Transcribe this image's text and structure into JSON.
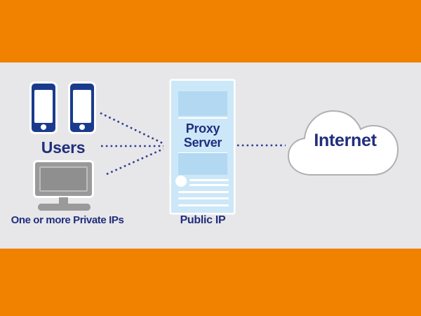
{
  "diagram": {
    "title_visible": false,
    "nodes": {
      "users": {
        "label": "Users",
        "caption": "One or more Private IPs",
        "icons": [
          "smartphone-icon",
          "smartphone-icon",
          "desktop-monitor-icon"
        ]
      },
      "proxy": {
        "label": "Proxy Server",
        "caption": "Public IP",
        "icon": "server-tower-icon"
      },
      "internet": {
        "label": "Internet",
        "icon": "cloud-icon"
      }
    },
    "connections": [
      {
        "from": "smartphones",
        "to": "proxy-server",
        "style": "dotted"
      },
      {
        "from": "users-label",
        "to": "proxy-server",
        "style": "dotted"
      },
      {
        "from": "desktop-monitor",
        "to": "proxy-server",
        "style": "dotted"
      },
      {
        "from": "proxy-server",
        "to": "internet-cloud",
        "style": "dotted"
      }
    ]
  },
  "palette": {
    "orange": "#F08200",
    "panel_gray": "#E7E7E9",
    "navy_icon": "#1A3B8D",
    "navy_text": "#212E7D",
    "dot_navy": "#2E3B96",
    "server_light_blue": "#CCE7F8",
    "server_panel_blue": "#B2D9F1",
    "monitor_gray": "#9A9A9A",
    "cloud_border_gray": "#B0B0B0",
    "white": "#FFFFFF"
  }
}
